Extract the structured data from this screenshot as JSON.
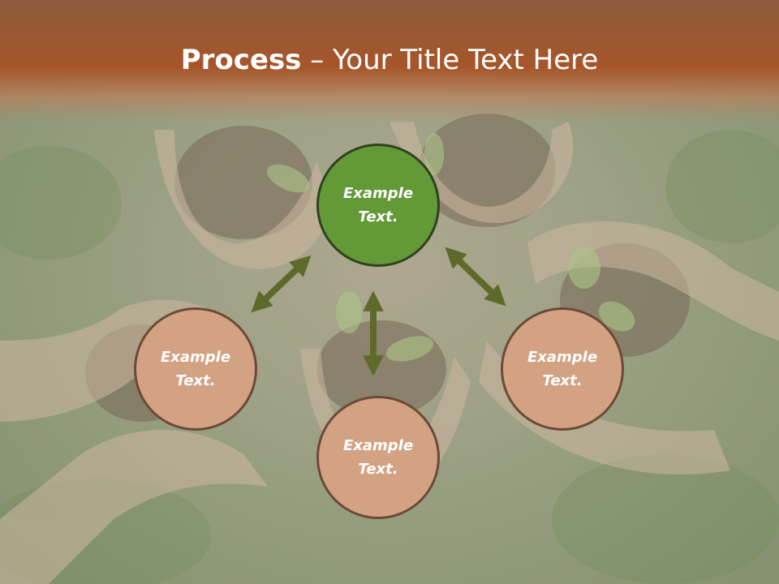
{
  "title": {
    "bold": "Process",
    "rest": " – Your Title Text Here"
  },
  "nodes": {
    "center": {
      "line1": "Example",
      "line2": "Text."
    },
    "left": {
      "line1": "Example",
      "line2": "Text."
    },
    "bottom": {
      "line1": "Example",
      "line2": "Text."
    },
    "right": {
      "line1": "Example",
      "line2": "Text."
    }
  },
  "colors": {
    "header": "#a7552a",
    "center_fill": "#639a37",
    "center_border": "#2f4220",
    "outer_fill": "#d3a283",
    "outer_border": "#6c4a38",
    "arrow": "#5e6a2a"
  }
}
